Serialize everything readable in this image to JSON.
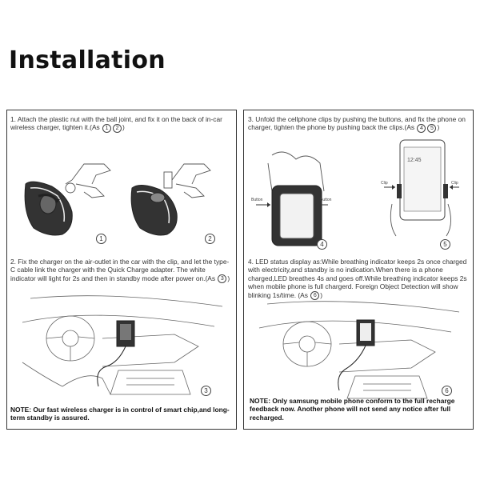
{
  "title": "Installation",
  "steps": {
    "s1": {
      "text": "1. Attach the plastic  nut with the ball joint, and fix it on the back of in-car wireless charger, tighten it.(As",
      "refs": [
        "1",
        "2"
      ],
      "close": ")"
    },
    "s2": {
      "text": "2. Fix the charger on the air-outlet in the car with the clip, and let the type-C cable link the charger with the Quick Charge adapter. The white indicator  will  light for 2s and then  in standby  mode after power on.(As",
      "refs": [
        "3"
      ],
      "close": ")"
    },
    "s3": {
      "text": "3. Unfold the cellphone clips by pushing the buttons, and fix the phone on charger, tighten the phone by pushing back the clips.(As",
      "refs": [
        "4",
        "5"
      ],
      "close": ")"
    },
    "s4": {
      "text": "4. LED status display as:While breathing indicator keeps 2s once charged with electricity,and standby is no indication.When there is a phone charged,LED breathes 4s and goes off.While breathing indicator keeps 2s when mobile phone is full chargerd. Foreign Object Detection will show blinking 1s/time. (As",
      "refs": [
        "6"
      ],
      "close": ")"
    }
  },
  "notes": {
    "left": "NOTE: Our fast wireless charger is in control of smart chip,and long-term standby is assured.",
    "right": "NOTE: Only samsung mobile phone conform to the full recharge feedback now. Another phone will not send any notice after full recharged."
  },
  "figures": {
    "f1": "1",
    "f2": "2",
    "f3": "3",
    "f4": "4",
    "f5": "5",
    "f6": "6"
  },
  "labels": {
    "button_left": "Button",
    "button_right": "Button",
    "clip_left": "Clip",
    "clip_right": "Clip"
  }
}
